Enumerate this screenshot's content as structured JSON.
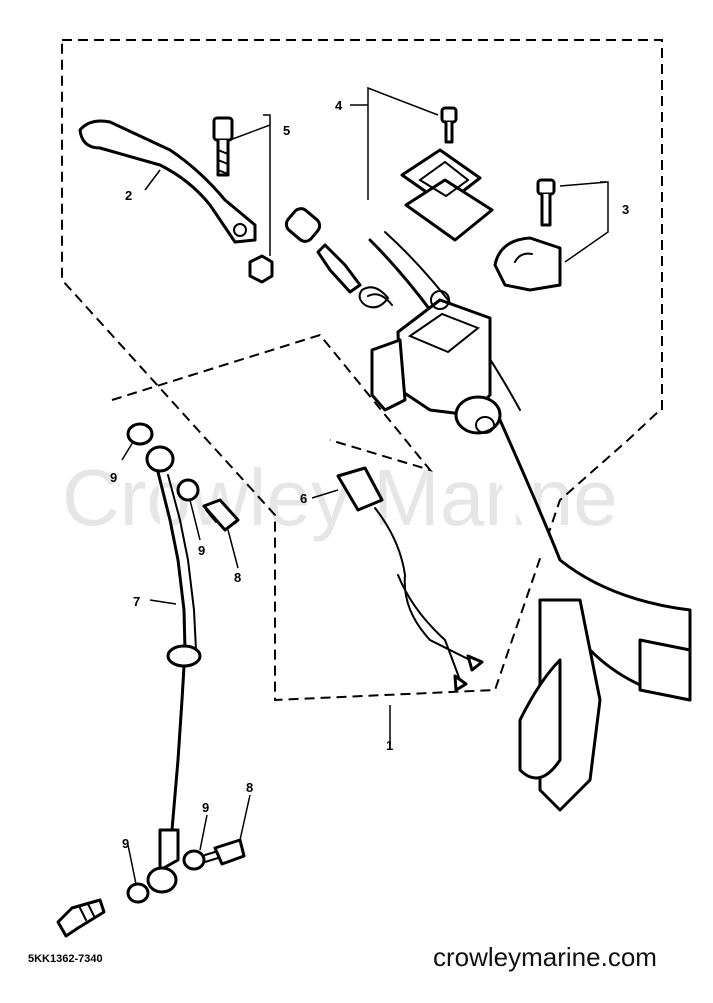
{
  "watermark": "Crowley Marine",
  "footer": {
    "site": "crowleymarine.com",
    "ref_code": "5KK1362-7340"
  },
  "callouts": [
    {
      "id": "c1",
      "label": "1"
    },
    {
      "id": "c2",
      "label": "2"
    },
    {
      "id": "c3",
      "label": "3"
    },
    {
      "id": "c4",
      "label": "4"
    },
    {
      "id": "c5",
      "label": "5"
    },
    {
      "id": "c6",
      "label": "6"
    },
    {
      "id": "c7",
      "label": "7"
    },
    {
      "id": "c8a",
      "label": "8"
    },
    {
      "id": "c8b",
      "label": "8"
    },
    {
      "id": "c9a",
      "label": "9"
    },
    {
      "id": "c9b",
      "label": "9"
    },
    {
      "id": "c9c",
      "label": "9"
    },
    {
      "id": "c9d",
      "label": "9"
    }
  ]
}
